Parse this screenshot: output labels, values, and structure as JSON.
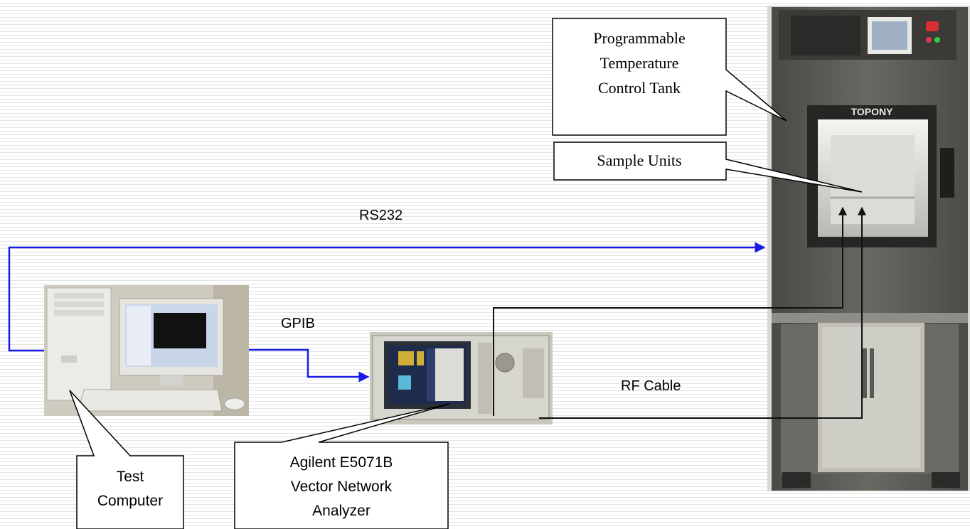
{
  "labels": {
    "rs232": "RS232",
    "gpib": "GPIB",
    "rf_cable": "RF Cable"
  },
  "callouts": {
    "tank": [
      "Programmable",
      "Temperature",
      "Control Tank"
    ],
    "sample": "Sample Units",
    "computer": [
      "Test",
      "Computer"
    ],
    "analyzer": [
      "Agilent E5071B",
      "Vector Network",
      "Analyzer"
    ]
  },
  "tank_brand": "TOPONY",
  "colors": {
    "rs232_line": "#1a1ae6",
    "gpib_line": "#1a1ae6",
    "rf_line": "#111111",
    "tank_body": "#5e5c57",
    "analyzer_body": "#c9c7bd"
  }
}
